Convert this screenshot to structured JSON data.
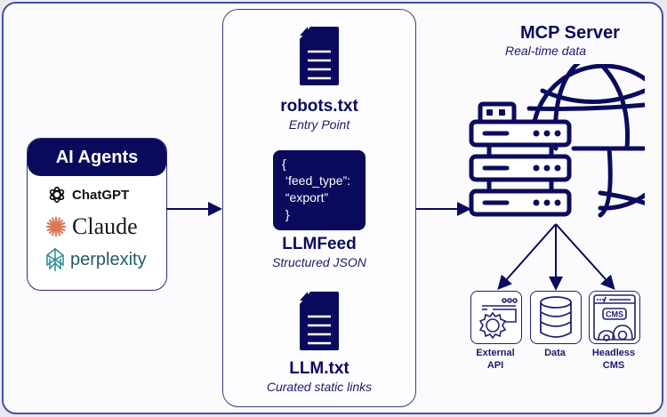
{
  "agents": {
    "title": "AI Agents",
    "items": [
      {
        "name": "ChatGPT",
        "icon": "openai-logo-icon"
      },
      {
        "name": "Claude",
        "icon": "claude-sunburst-icon",
        "color": "#d97757"
      },
      {
        "name": "perplexity",
        "icon": "perplexity-logo-icon",
        "color": "#1f5c63"
      }
    ]
  },
  "middle": {
    "robots": {
      "title": "robots.txt",
      "subtitle": "Entry Point",
      "icon": "document-icon"
    },
    "llmfeed": {
      "title": "LLMFeed",
      "subtitle": "Structured JSON",
      "json_lines": [
        "{",
        " ‘feed_type”:",
        " “export”",
        " }"
      ]
    },
    "llmtxt": {
      "title": "LLM.txt",
      "subtitle": "Curated static links",
      "icon": "document-icon"
    }
  },
  "mcp": {
    "title": "MCP Server",
    "subtitle": "Real-time data",
    "icon": "server-globe-icon",
    "services": [
      {
        "label_line1": "External",
        "label_line2": "API",
        "icon": "api-gear-icon"
      },
      {
        "label_line1": "Data",
        "label_line2": "",
        "icon": "database-icon"
      },
      {
        "label_line1": "Headless",
        "label_line2": "CMS",
        "icon": "cms-window-icon",
        "badge": "CMS"
      }
    ]
  },
  "colors": {
    "navy": "#0a0a5c",
    "frame": "#4a4f9c",
    "background": "#fbfbfd"
  }
}
